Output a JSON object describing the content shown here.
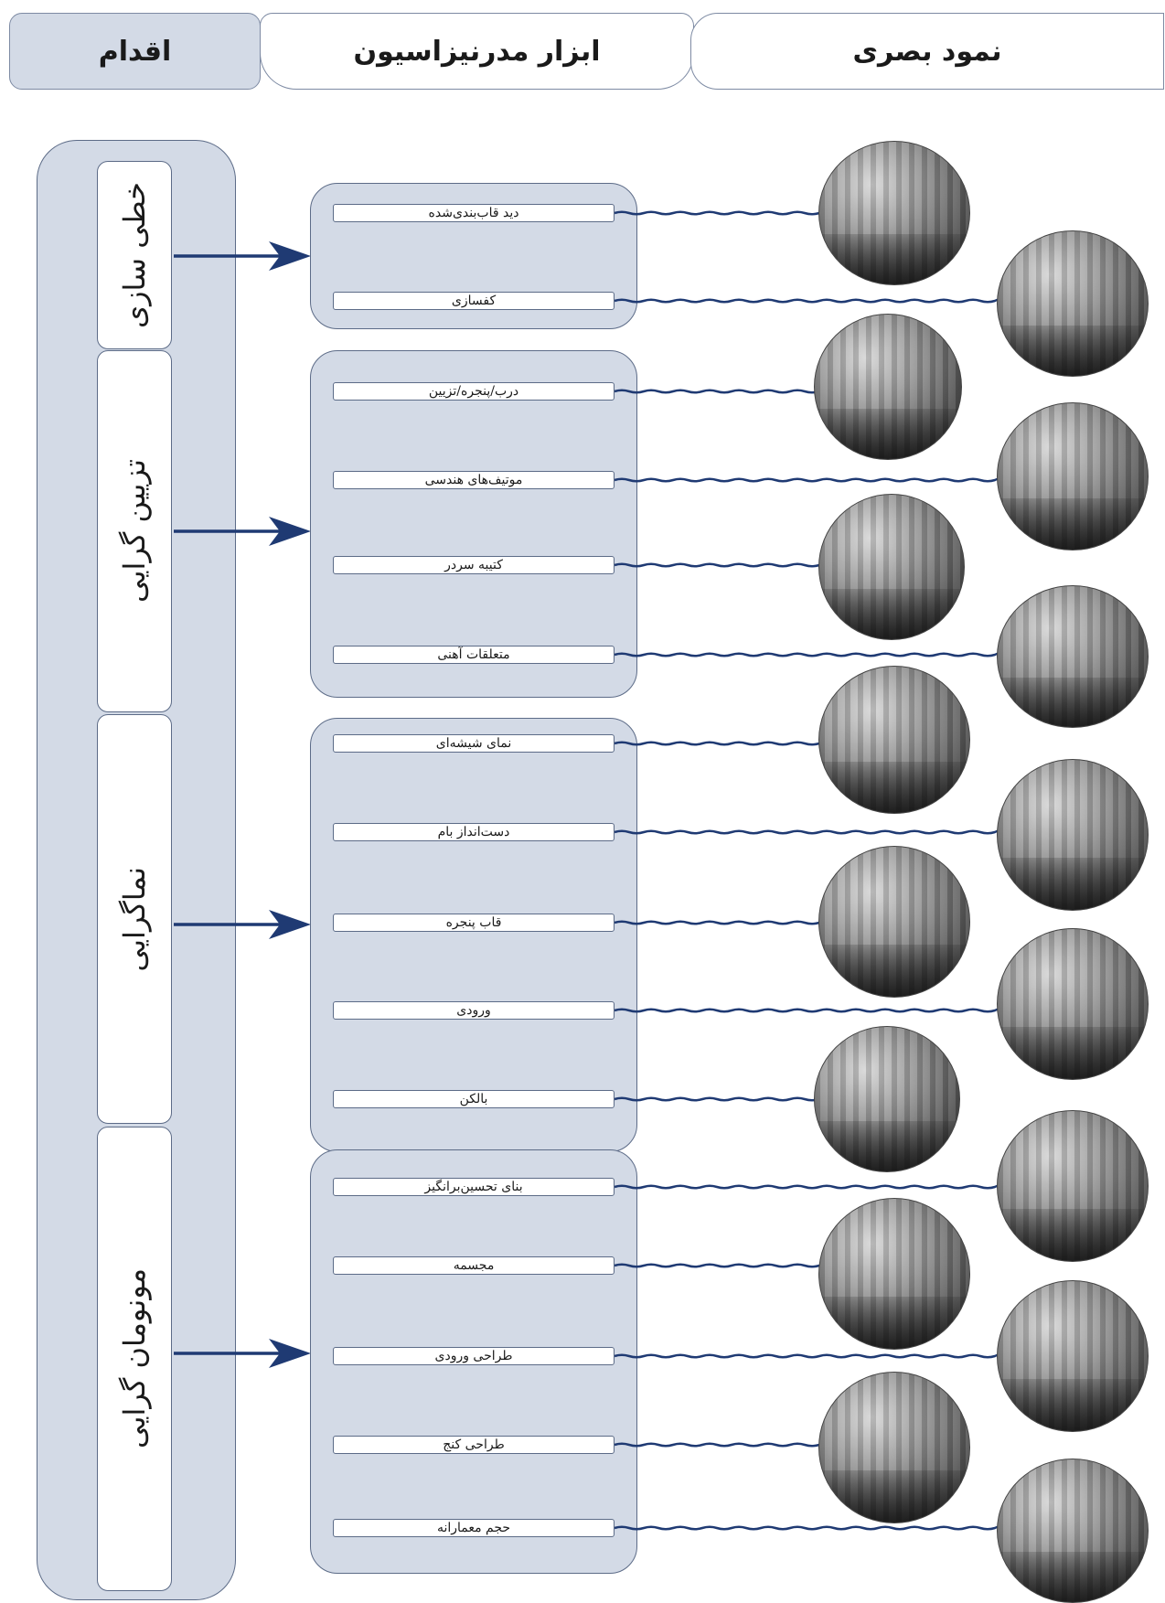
{
  "headers": {
    "action": "اقدام",
    "tools": "ابزار مدرنیزاسیون",
    "visual": "نمود بصری"
  },
  "stages": [
    {
      "label": "خطی سازی"
    },
    {
      "label": "تزیین گرایی"
    },
    {
      "label": "نماگرایی"
    },
    {
      "label": "مونومان گرایی"
    }
  ],
  "tools": [
    {
      "label": "دید قاب‌بندی‌شده"
    },
    {
      "label": "کفسازی"
    },
    {
      "label": "درب/پنجره/تزیین"
    },
    {
      "label": "موتیف‌های هندسی"
    },
    {
      "label": "کتیبه سردر"
    },
    {
      "label": "متعلقات آهنی"
    },
    {
      "label": "نمای شیشه‌ای"
    },
    {
      "label": "دست‌انداز بام"
    },
    {
      "label": "قاب پنجره"
    },
    {
      "label": "ورودی"
    },
    {
      "label": "بالکن"
    },
    {
      "label": "بنای تحسین‌برانگیز"
    },
    {
      "label": "مجسمه"
    },
    {
      "label": "طراحی ورودی"
    },
    {
      "label": "طراحی کنج"
    },
    {
      "label": "حجم معمارانه"
    }
  ],
  "colors": {
    "panel_fill": "#d3dae6",
    "outline": "#5c6b87",
    "arrow": "#1f3a73",
    "connector": "#1f3a73"
  }
}
